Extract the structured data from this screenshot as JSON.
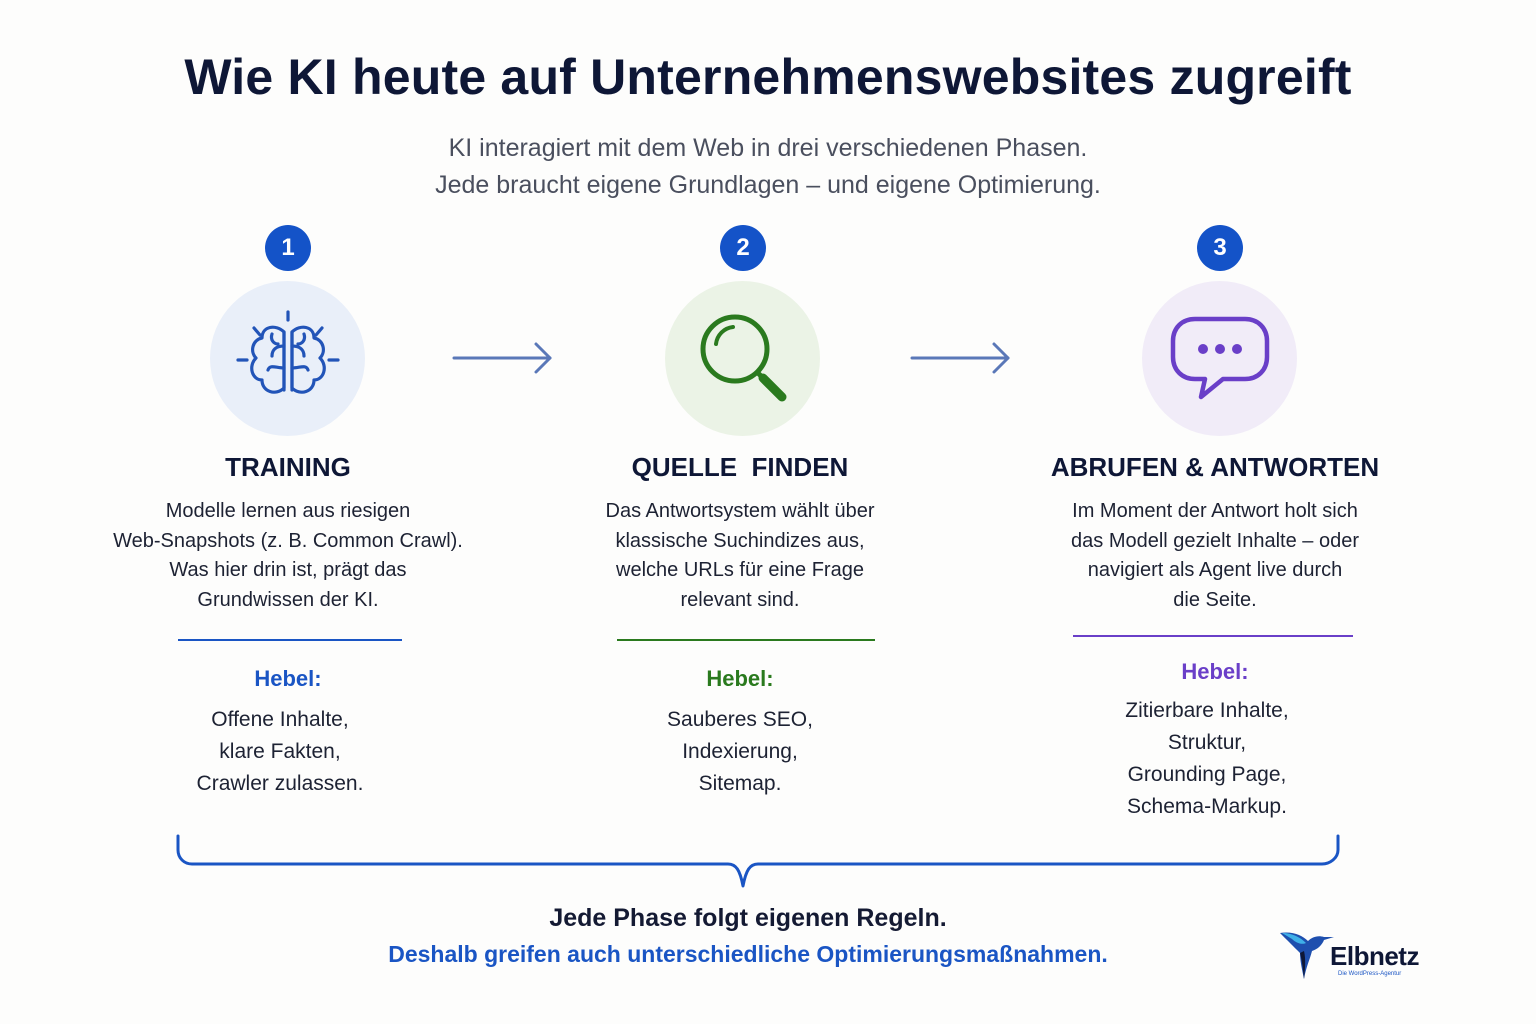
{
  "title": "Wie KI heute auf Unternehmenswebsites zugreift",
  "subtitle": [
    "KI interagiert mit dem Web in drei verschiedenen Phasen.",
    "Jede braucht eigene Grundlagen – und eigene Optimierung."
  ],
  "phases": [
    {
      "number": "1",
      "icon": "brain-icon",
      "title": "TRAINING",
      "description": [
        "Modelle lernen aus riesigen",
        "Web-Snapshots (z. B. Common Crawl).",
        "Was hier drin ist, prägt das",
        "Grundwissen der KI."
      ],
      "lever_label": "Hebel:",
      "levers": [
        "Offene Inhalte,",
        "klare Fakten,",
        "Crawler zulassen."
      ],
      "accent": "#1a55c4",
      "icon_color": "#2254b8",
      "circle_bg": "#e9eff9"
    },
    {
      "number": "2",
      "icon": "magnifier-icon",
      "title": "QUELLE  FINDEN",
      "description": [
        "Das Antwortsystem wählt über",
        "klassische Suchindizes aus,",
        "welche URLs für eine Frage",
        "relevant sind."
      ],
      "lever_label": "Hebel:",
      "levers": [
        "Sauberes SEO,",
        "Indexierung,",
        "Sitemap."
      ],
      "accent": "#2a7a1e",
      "icon_color": "#2a7a1e",
      "circle_bg": "#ebf3e6"
    },
    {
      "number": "3",
      "icon": "chat-bubble-icon",
      "title": "ABRUFEN & ANTWORTEN",
      "description": [
        "Im Moment der Antwort holt sich",
        "das Modell gezielt Inhalte – oder",
        "navigiert als Agent live durch",
        "die Seite."
      ],
      "lever_label": "Hebel:",
      "levers": [
        "Zitierbare Inhalte,",
        "Struktur,",
        "Grounding Page,",
        "Schema-Markup."
      ],
      "accent": "#6a3fc8",
      "icon_color": "#6a3fc8",
      "circle_bg": "#f1ecf8"
    }
  ],
  "footer": {
    "line1": "Jede Phase folgt eigenen Regeln.",
    "line2": "Deshalb greifen auch unterschiedliche Optimierungsmaßnahmen."
  },
  "logo": {
    "name": "Elbnetz",
    "tagline": "Die WordPress-Agentur",
    "icon": "hummingbird-icon"
  },
  "colors": {
    "number_badge": "#1453c8",
    "arrow": "#5a78b8",
    "brace": "#1a55c4"
  }
}
